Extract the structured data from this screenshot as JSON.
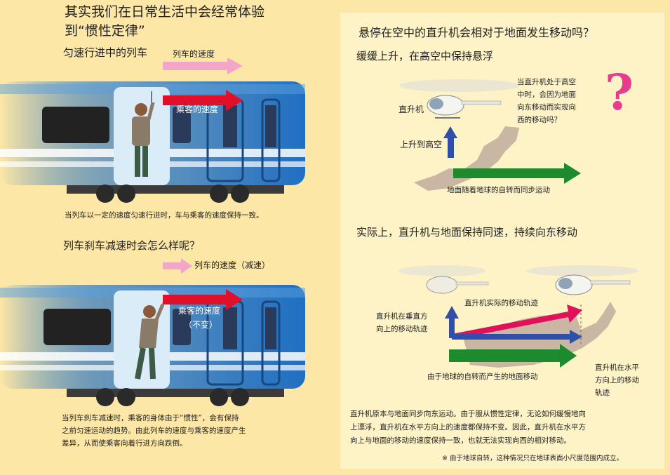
{
  "left": {
    "title_line1": "其实我们在日常生活中会经常体验",
    "title_line2": "到“惯性定律”",
    "s1": {
      "heading": "匀速行进中的列车",
      "train_speed": "列车的速度",
      "passenger_speed": "乘客的速度",
      "caption": "当列车以一定的速度匀速行进时，车与乘客的速度保持一致。"
    },
    "s2": {
      "heading": "列车刹车减速时会怎么样呢？",
      "train_speed": "列车的速度（减速）",
      "passenger_speed_l1": "乘客的速度",
      "passenger_speed_l2": "（不变）",
      "caption_l1": "当列车刹车减速时，乘客的身体由于“惯性”，会有保持",
      "caption_l2": "之前匀速运动的趋势。由此列车的速度与乘客的速度产生",
      "caption_l3": "差异，从而使乘客向着行进方向跌倒。"
    }
  },
  "right": {
    "title": "悬停在空中的直升机会相对于地面发生移动吗？",
    "s1": {
      "heading": "缓缓上升，在高空中保持悬浮",
      "heli_label": "直升机",
      "rise_label": "上升到高空",
      "question_l1": "当直升机处于高空",
      "question_l2": "中时，会因为地面",
      "question_l3": "向东移动而实现向",
      "question_l4": "西的移动吗？",
      "question_mark": "?",
      "ground_label": "地面随着地球的自转而同步运动"
    },
    "s2": {
      "heading": "实际上，直升机与地面保持同速，持续向东移动",
      "actual_track": "直升机实际的移动轨迹",
      "vertical_l1": "直升机在垂直方",
      "vertical_l2": "向上的移动轨迹",
      "horizontal_l1": "直升机在水平",
      "horizontal_l2": "方向上的移动",
      "horizontal_l3": "轨迹",
      "ground_label": "由于地球的自转而产生的地面移动"
    },
    "para_l1": "直升机原本与地面同步向东运动。由于服从惯性定律，无论如何缓慢地向",
    "para_l2": "上漂浮，直升机在水平方向上的速度都保持不变。因此，直升机在水平方",
    "para_l3": "向上与地面的移动的速度保持一致，也就无法实现向西的相对移动。",
    "note": "※ 由于地球自转，这种情况只在地球表面小尺度范围内成立。"
  },
  "colors": {
    "background": "#fde7a6",
    "panel": "#fdf3c7",
    "train_blue": "#1f6fc4",
    "red_arrow": "#e0102a",
    "pink_arrow": "#f4a6c8",
    "green_arrow": "#1e8a2e",
    "blue_arrow": "#2f4fa8",
    "question_mark": "#e83b8f"
  }
}
